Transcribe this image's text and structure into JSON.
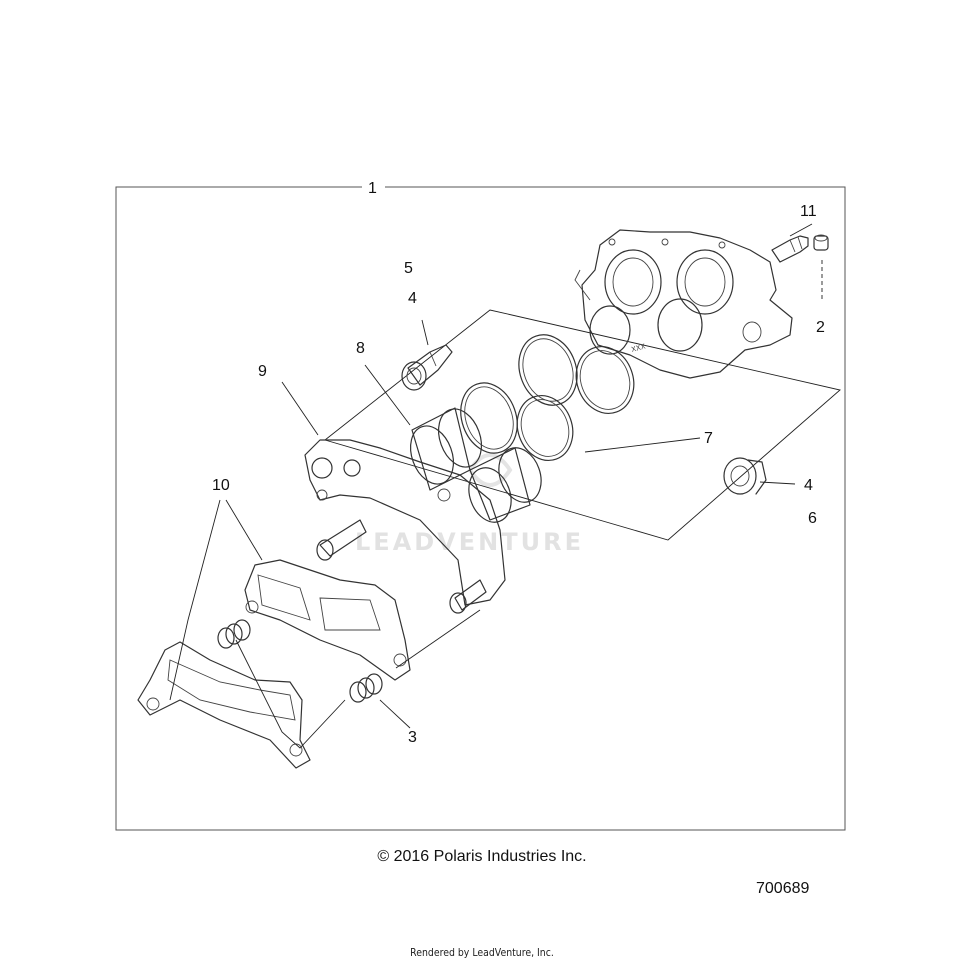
{
  "diagram": {
    "callouts": {
      "c1": "1",
      "c2": "2",
      "c3": "3",
      "c4a": "4",
      "c4b": "4",
      "c5": "5",
      "c6": "6",
      "c7": "7",
      "c8": "8",
      "c9": "9",
      "c10": "10",
      "c11": "11"
    },
    "caliper_stamp": "XXX",
    "watermark": "LEADVENTURE"
  },
  "footer": {
    "copyright": "© 2016 Polaris Industries Inc.",
    "figure_number": "700689",
    "rendered_by": "Rendered by LeadVenture, Inc."
  }
}
